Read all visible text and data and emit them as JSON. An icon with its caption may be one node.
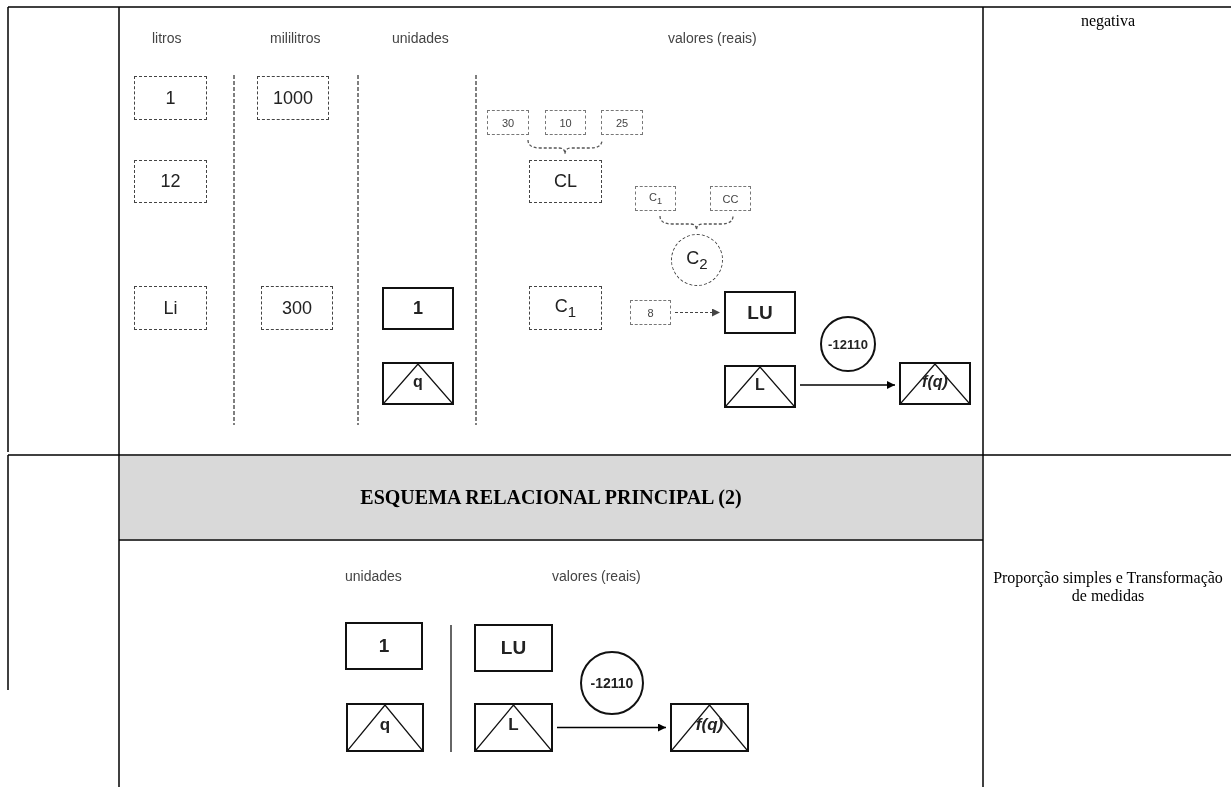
{
  "diagram": {
    "nodes": [
      {
        "text": [
          "1"
        ]
      },
      {
        "text": [
          "1000"
        ]
      },
      {
        "text": [
          "30"
        ]
      },
      {
        "text": [
          "10"
        ]
      },
      {
        "text": [
          "25"
        ]
      },
      {
        "text": [
          "12"
        ]
      },
      {
        "text": [
          "CL"
        ]
      },
      {
        "text": [
          "C$_{1}$"
        ]
      },
      {
        "text": [
          "CC"
        ]
      },
      {
        "text": [
          "C$_{2}$"
        ]
      },
      {
        "text": [
          "Li"
        ]
      },
      {
        "text": [
          "300"
        ]
      },
      {
        "text": [
          "1"
        ]
      },
      {
        "text": [
          "C$_{1}$"
        ]
      },
      {
        "text": [
          "8"
        ]
      },
      {
        "text": [
          "LU"
        ]
      },
      {
        "text": [
          "-12110"
        ]
      },
      {
        "text": [
          "q"
        ]
      },
      {
        "text": [
          "L"
        ]
      },
      {
        "text": [
          "f(q)"
        ]
      },
      {
        "text": [
          "1"
        ]
      },
      {
        "text": [
          "LU"
        ]
      },
      {
        "text": [
          "-12110"
        ]
      },
      {
        "text": [
          "q"
        ]
      },
      {
        "text": [
          "L"
        ]
      },
      {
        "text": [
          "f(q)"
        ]
      }
    ],
    "edges": [
      {
        "from": 14,
        "to": 15,
        "arrow": "to",
        "style": "dashed"
      },
      {
        "from": 18,
        "to": 19,
        "arrow": "to"
      },
      {
        "from": 24,
        "to": 25,
        "arrow": "to"
      }
    ],
    "labels": [
      "litros",
      "mililitros",
      "unidades",
      "valores (reais)",
      "negativa",
      "ESQUEMA RELACIONAL PRINCIPAL (2)",
      "unidades",
      "valores (reais)",
      "Proporção simples e Transformação de medidas"
    ]
  }
}
